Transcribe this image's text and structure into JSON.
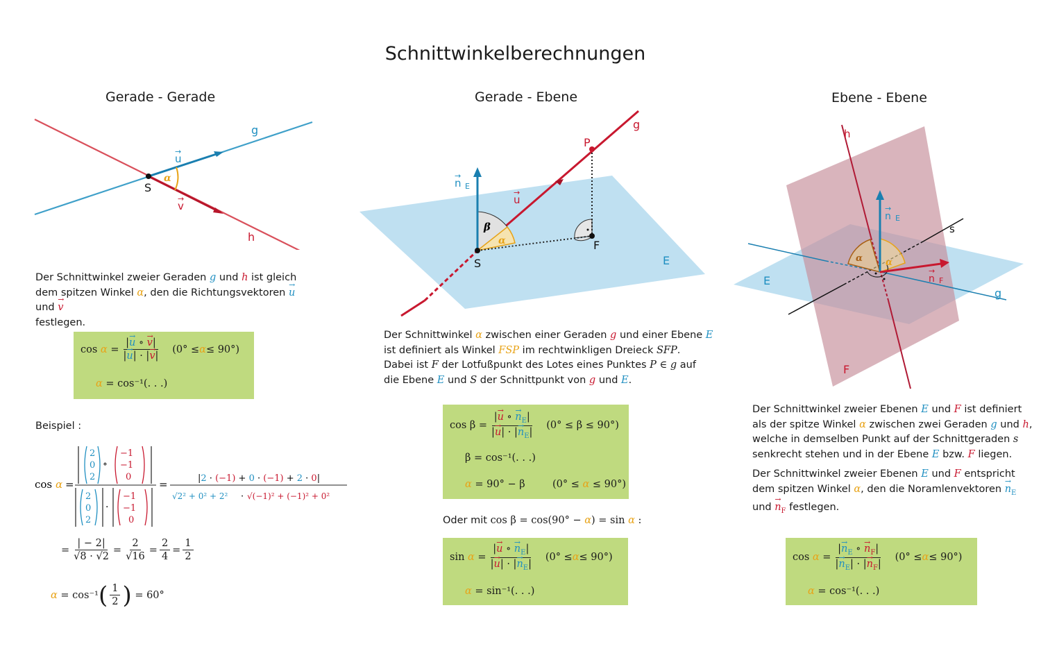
{
  "title": "Schnittwinkelberechnungen",
  "colors": {
    "blue": "#1f8fc1",
    "red": "#c8182f",
    "yellow": "#e8a317",
    "box": "#bfda7f",
    "plane_blue": "#bfe0f1",
    "plane_red": "#cfa2ad"
  },
  "col1": {
    "heading": "Gerade - Gerade",
    "labels": {
      "g": "g",
      "h": "h",
      "S": "S",
      "u": "u",
      "v": "v",
      "alpha": "α"
    },
    "text_parts": [
      "Der Schnittwinkel zweier Geraden ",
      "g",
      " und ",
      "h",
      " ist gleich dem spitzen Winkel ",
      "α",
      ", den die Richtungsvektoren ",
      "u",
      " und ",
      "v",
      " festlegen."
    ],
    "box": {
      "lhs": "cos",
      "alpha": "α",
      "eq": "=",
      "num_u": "u",
      "num_v": "v",
      "den_u": "u",
      "den_v": "v",
      "range_a": "(0° ≤ ",
      "range_b": " ≤ 90°)",
      "line2_rhs": "= cos⁻¹(. . .)"
    },
    "example_label": "Beispiel :",
    "example": {
      "u": [
        "2",
        "0",
        "2"
      ],
      "v": [
        "−1",
        "−1",
        "0"
      ],
      "numer_parts": [
        "|",
        "2",
        " · ",
        "(−1)",
        " + ",
        "0",
        " · ",
        "(−1)",
        " + ",
        "2",
        " · ",
        "0",
        "|"
      ],
      "denom_a": "√2² + 0² + 2²",
      "denom_b": "√(−1)² + (−1)² + 0²",
      "line2": [
        "= ",
        "| − 2|",
        "√8 · √2",
        "=",
        "2",
        "√16",
        "=",
        "2",
        "4",
        "=",
        "1",
        "2"
      ],
      "line3_lhs": "= cos⁻¹",
      "line3_frac": [
        "1",
        "2"
      ],
      "line3_rhs": "= 60°"
    }
  },
  "col2": {
    "heading": "Gerade - Ebene",
    "labels": {
      "g": "g",
      "P": "P",
      "u": "u",
      "nE": "n",
      "nE_sub": "E",
      "S": "S",
      "F": "F",
      "E": "E",
      "beta": "β",
      "alpha": "α"
    },
    "text_lines": [
      [
        "Der Schnittwinkel ",
        "α",
        " zwischen einer Geraden ",
        "g",
        " und einer Ebene ",
        "E"
      ],
      [
        "ist definiert als Winkel ",
        "FSP",
        " im rechtwinkligen Dreieck ",
        "SFP",
        "."
      ],
      [
        "Dabei ist ",
        "F",
        " der Lotfußpunkt des Lotes eines Punktes ",
        "P ∈ g",
        " auf"
      ],
      [
        "die Ebene ",
        "E",
        " und ",
        "S",
        " der Schnittpunkt von ",
        "g",
        " und ",
        "E",
        "."
      ]
    ],
    "box1": {
      "cos": "cos β =",
      "range1": "(0° ≤ β ≤ 90°)",
      "line2": "β = cos⁻¹(. . .)",
      "line3_rhs": "= 90° − β",
      "range3": "(0° ≤ ",
      "range3b": " ≤ 90°)"
    },
    "oder": [
      "Oder mit ",
      "cos β = cos(90° − ",
      "α",
      ") = sin ",
      "α",
      " :"
    ],
    "box2": {
      "sin": "sin",
      "range": "(0° ≤ ",
      "rangeb": " ≤ 90°)",
      "line2_rhs": "= sin⁻¹(. . .)"
    }
  },
  "col3": {
    "heading": "Ebene - Ebene",
    "labels": {
      "h": "h",
      "nE": "n",
      "nE_sub": "E",
      "s": "s",
      "E": "E",
      "nF": "n",
      "nF_sub": "F",
      "g": "g",
      "F": "F",
      "alpha": "α"
    },
    "text1": [
      [
        "Der Schnittwinkel zweier Ebenen ",
        "E",
        " und ",
        "F",
        " ist definiert"
      ],
      [
        "als der spitze Winkel ",
        "α",
        " zwischen zwei Geraden ",
        "g",
        " und ",
        "h",
        ","
      ],
      [
        "welche in demselben Punkt auf der Schnittgeraden ",
        "s"
      ],
      [
        "senkrecht stehen und in der Ebene ",
        "E",
        " bzw. ",
        "F",
        " liegen."
      ]
    ],
    "text2": [
      [
        "Der Schnittwinkel zweier Ebenen ",
        "E",
        " und ",
        "F",
        " entspricht"
      ],
      [
        "dem spitzen Winkel ",
        "α",
        ", den die Noramlenvektoren ",
        "n",
        "E"
      ],
      [
        "und ",
        "n",
        "F",
        " festlegen."
      ]
    ],
    "box": {
      "cos": "cos",
      "range": "(0° ≤ ",
      "rangeb": " ≤ 90°)",
      "line2_rhs": "= cos⁻¹(. . .)"
    }
  }
}
